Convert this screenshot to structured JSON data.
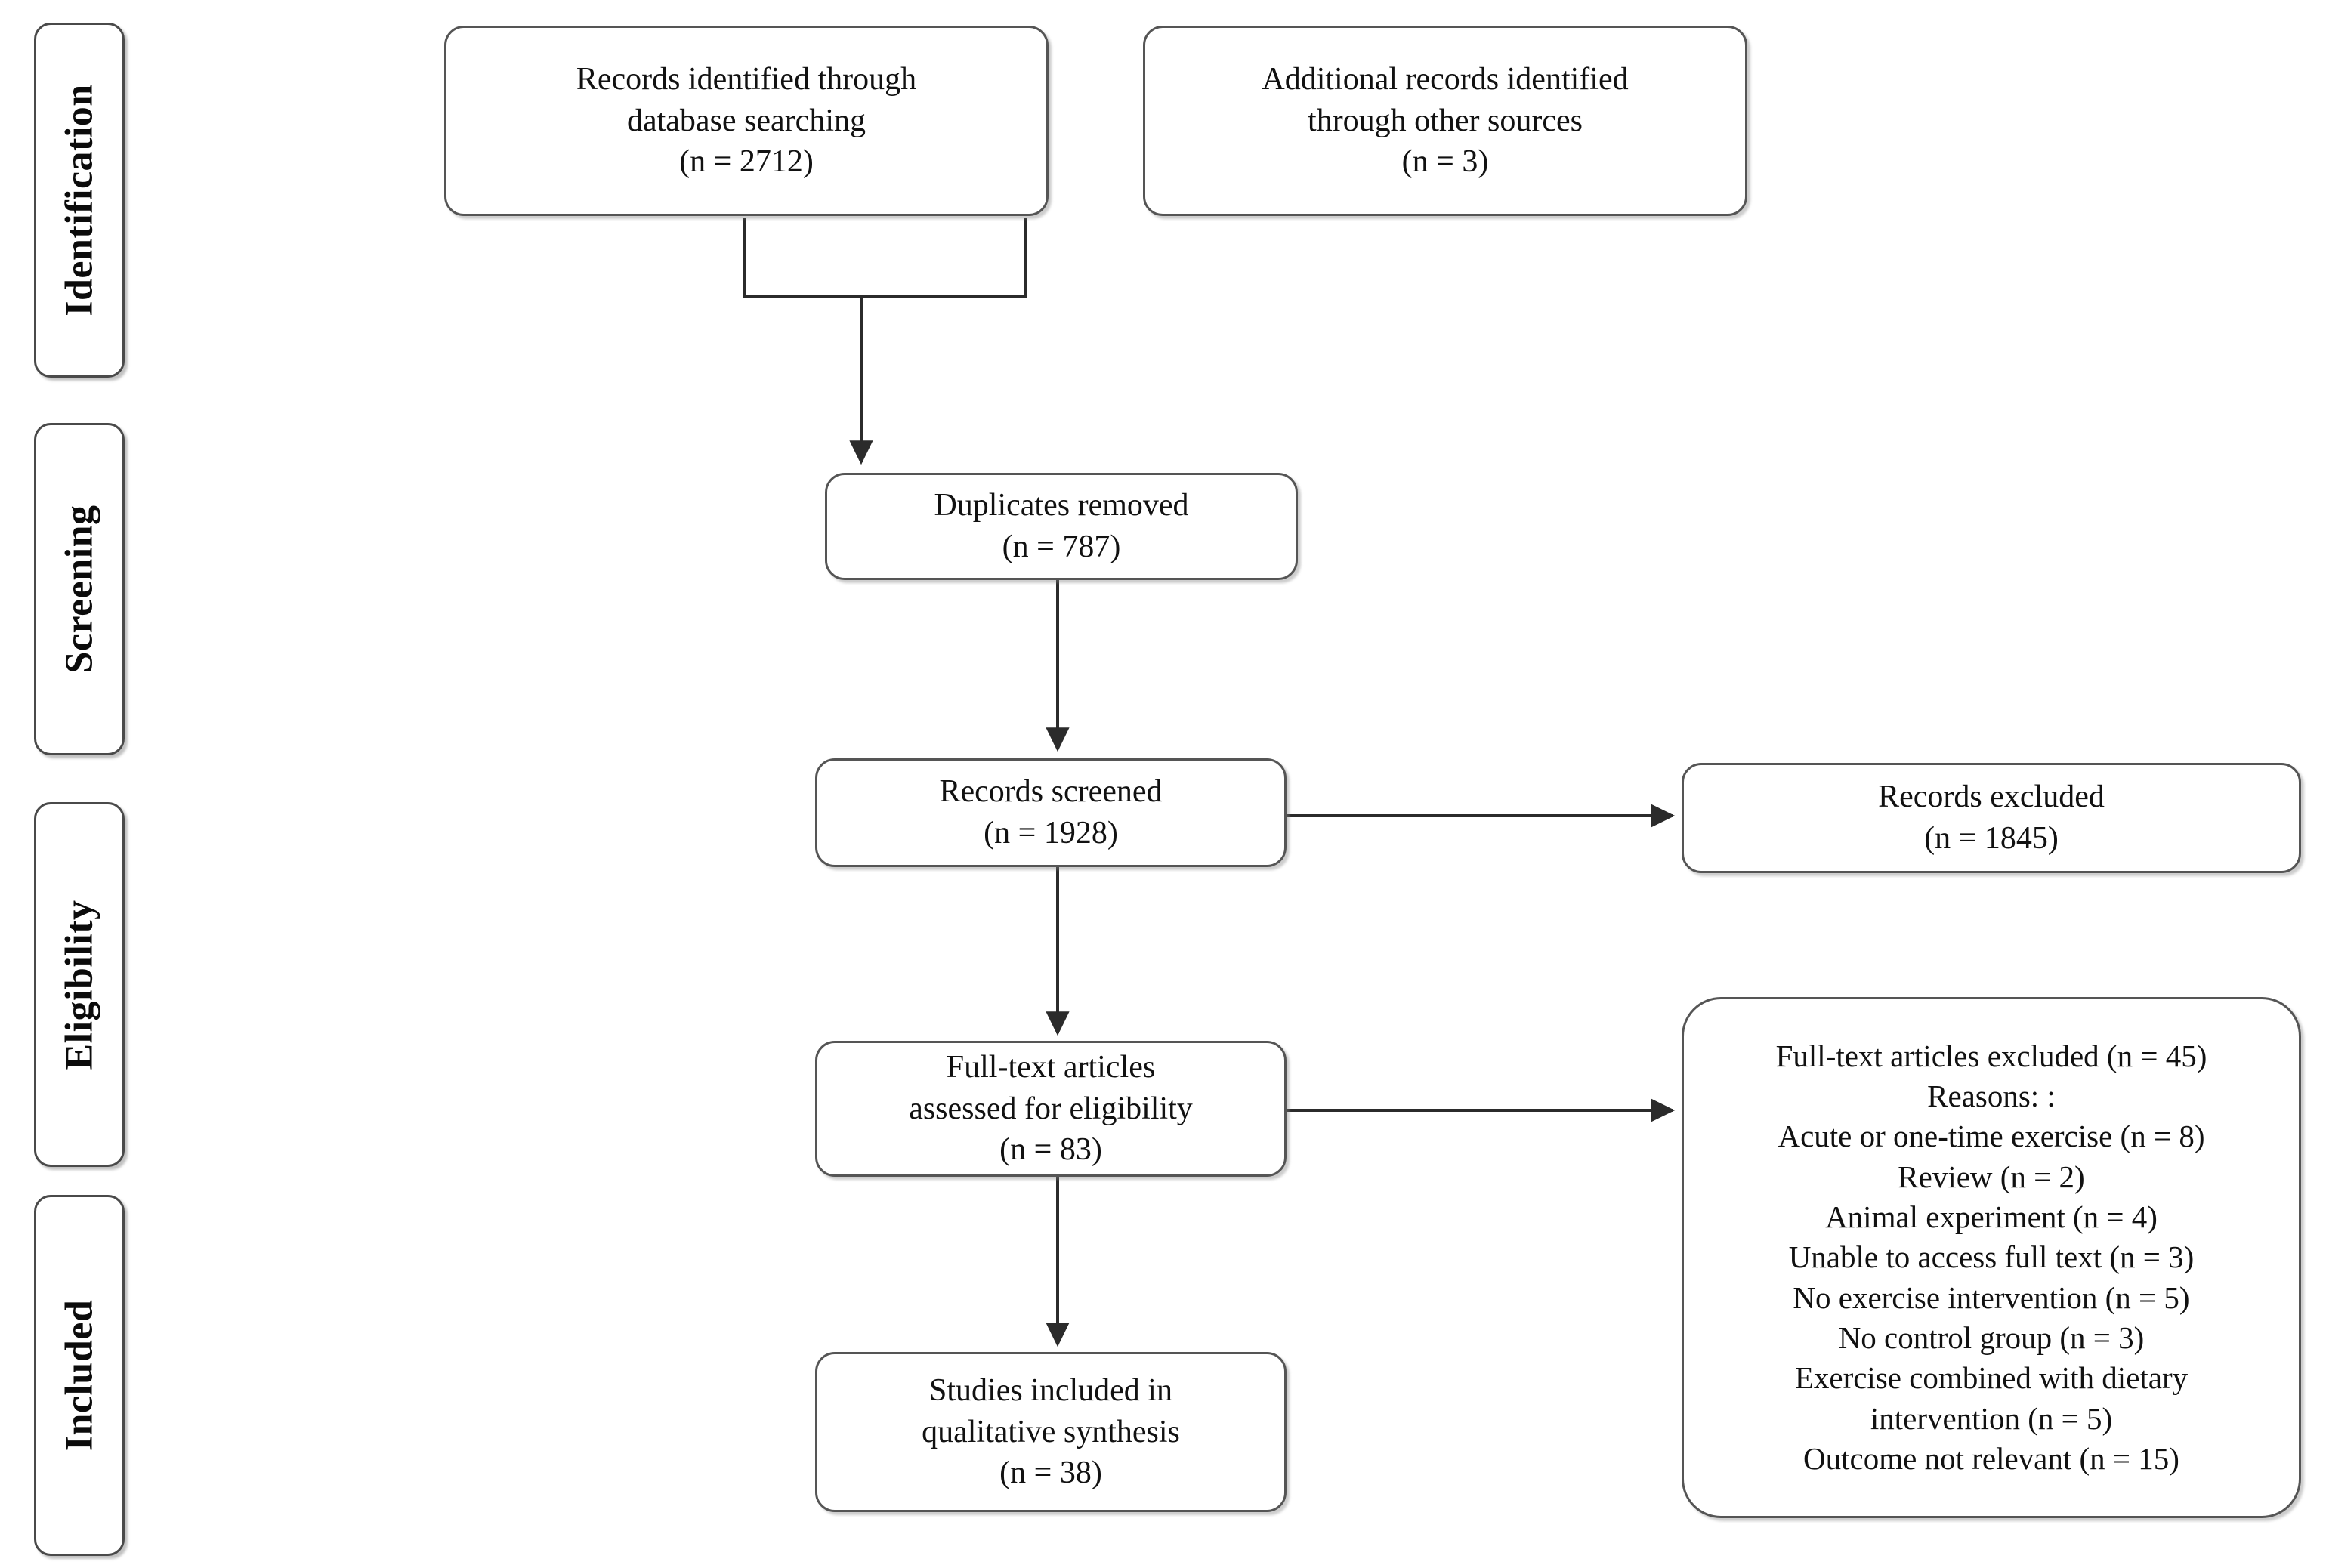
{
  "diagram": {
    "title": "PRISMA study selection flow diagram",
    "type": "flowchart",
    "stage_labels": [
      {
        "id": "identification",
        "text": "Identification"
      },
      {
        "id": "screening",
        "text": "Screening"
      },
      {
        "id": "eligibility",
        "text": "Eligibility"
      },
      {
        "id": "included",
        "text": "Included"
      }
    ],
    "nodes": [
      {
        "id": "db-search",
        "lines": [
          "Records identified through",
          "database searching",
          "(n = 2712)"
        ],
        "count": 2712
      },
      {
        "id": "other-sources",
        "lines": [
          "Additional records identified",
          "through other sources",
          "(n = 3)"
        ],
        "count": 3
      },
      {
        "id": "duplicates-removed",
        "lines": [
          "Duplicates removed",
          "(n = 787)"
        ],
        "count": 787
      },
      {
        "id": "records-screened",
        "lines": [
          "Records screened",
          "(n = 1928)"
        ],
        "count": 1928
      },
      {
        "id": "records-excluded",
        "lines": [
          "Records excluded",
          "(n = 1845)"
        ],
        "count": 1845
      },
      {
        "id": "fulltext-assessed",
        "lines": [
          "Full-text articles",
          "assessed for eligibility",
          "(n = 83)"
        ],
        "count": 83
      },
      {
        "id": "fulltext-excluded",
        "lines": [
          "Full-text articles excluded  (n = 45)",
          "Reasons: :",
          "Acute or one-time exercise  (n = 8)",
          "Review  (n = 2)",
          "Animal experiment  (n = 4)",
          "Unable to access full text  (n = 3)",
          "No exercise intervention  (n = 5)",
          "No control group  (n = 3)",
          "Exercise combined with dietary",
          "intervention  (n = 5)",
          "Outcome not relevant   (n = 15)"
        ],
        "count": 45
      },
      {
        "id": "studies-included",
        "lines": [
          "Studies included in",
          "qualitative synthesis",
          "(n = 38)"
        ],
        "count": 38
      }
    ],
    "colors": {
      "border": "#555555",
      "text": "#111111",
      "connector": "#2b2b2b",
      "background": "#ffffff"
    }
  }
}
